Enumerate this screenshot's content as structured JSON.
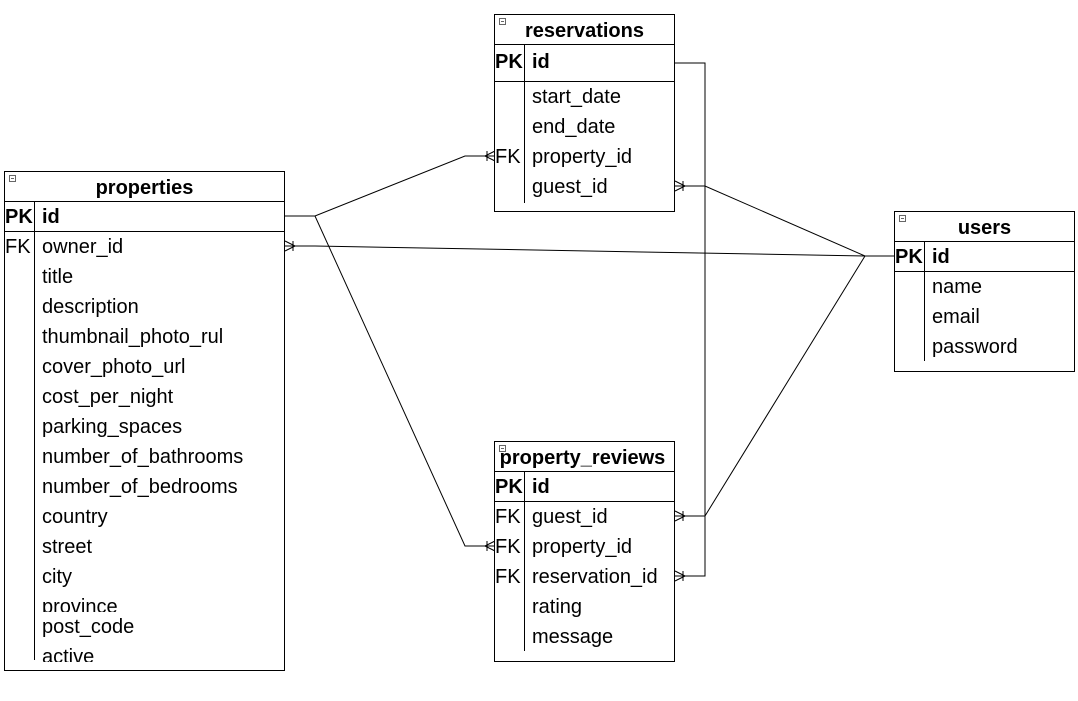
{
  "entities": {
    "properties": {
      "title": "properties",
      "pk": {
        "key": "PK",
        "name": "id"
      },
      "fields": [
        {
          "key": "FK",
          "name": "owner_id"
        },
        {
          "key": "",
          "name": "title"
        },
        {
          "key": "",
          "name": "description"
        },
        {
          "key": "",
          "name": "thumbnail_photo_rul"
        },
        {
          "key": "",
          "name": "cover_photo_url"
        },
        {
          "key": "",
          "name": "cost_per_night"
        },
        {
          "key": "",
          "name": "parking_spaces"
        },
        {
          "key": "",
          "name": "number_of_bathrooms"
        },
        {
          "key": "",
          "name": "number_of_bedrooms"
        },
        {
          "key": "",
          "name": "country"
        },
        {
          "key": "",
          "name": "street"
        },
        {
          "key": "",
          "name": "city"
        },
        {
          "key": "",
          "name": "province"
        },
        {
          "key": "",
          "name": "post_code"
        },
        {
          "key": "",
          "name": "active"
        }
      ]
    },
    "reservations": {
      "title": "reservations",
      "pk": {
        "key": "PK",
        "name": "id"
      },
      "fields": [
        {
          "key": "",
          "name": "start_date"
        },
        {
          "key": "",
          "name": "end_date"
        },
        {
          "key": "FK",
          "name": "property_id"
        },
        {
          "key": "",
          "name": "guest_id"
        }
      ]
    },
    "users": {
      "title": "users",
      "pk": {
        "key": "PK",
        "name": "id"
      },
      "fields": [
        {
          "key": "",
          "name": "name"
        },
        {
          "key": "",
          "name": "email"
        },
        {
          "key": "",
          "name": "password"
        }
      ]
    },
    "property_reviews": {
      "title": "property_reviews",
      "pk": {
        "key": "PK",
        "name": "id"
      },
      "fields": [
        {
          "key": "FK",
          "name": "guest_id"
        },
        {
          "key": "FK",
          "name": "property_id"
        },
        {
          "key": "FK",
          "name": "reservation_id"
        },
        {
          "key": "",
          "name": "rating"
        },
        {
          "key": "",
          "name": "message"
        }
      ]
    }
  }
}
